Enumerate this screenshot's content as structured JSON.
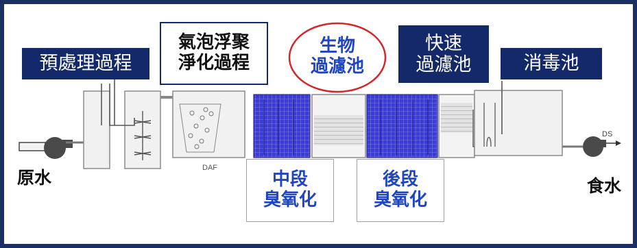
{
  "labels": {
    "pretreatment": "預處理過程",
    "daf_process": "氣泡浮聚\n淨化過程",
    "bio_filter": "生物\n過濾池",
    "rapid_filter": "快速\n過濾池",
    "disinfection": "消毒池",
    "raw_water": "原水",
    "drinking_water": "食水",
    "mid_ozone": "中段\n臭氧化",
    "post_ozone": "後段\n臭氧化"
  },
  "diagram_text": {
    "daf": "DAF",
    "ds": "DS"
  },
  "colors": {
    "frame": "#1a2f63",
    "label_navy": "#14296a",
    "accent_blue": "#1f45c4",
    "ozone_fill": "#3a3ad8",
    "highlight_circle": "#d9252a"
  }
}
